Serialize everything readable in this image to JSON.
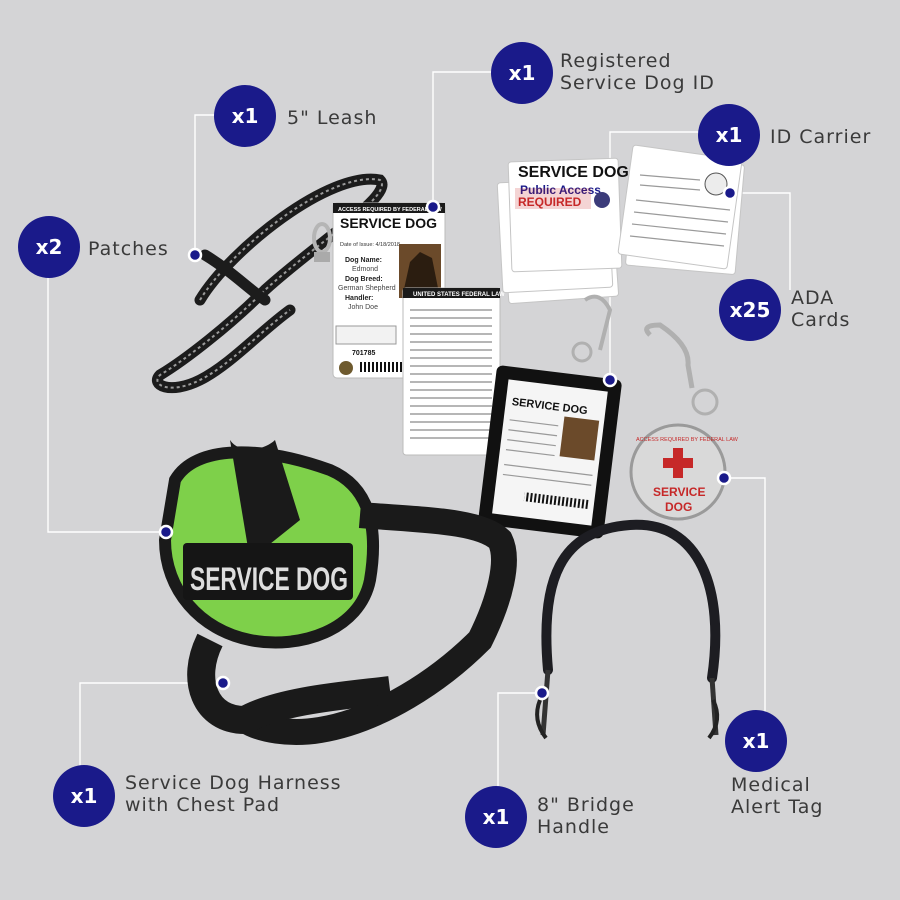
{
  "items": [
    {
      "qty": "x1",
      "lines": [
        "5\" Leash"
      ]
    },
    {
      "qty": "x1",
      "lines": [
        "Registered",
        "Service Dog ID"
      ]
    },
    {
      "qty": "x1",
      "lines": [
        "ID Carrier"
      ]
    },
    {
      "qty": "x2",
      "lines": [
        "Patches"
      ]
    },
    {
      "qty": "x25",
      "lines": [
        "ADA",
        "Cards"
      ]
    },
    {
      "qty": "x1",
      "lines": [
        "Service Dog Harness",
        "with Chest Pad"
      ]
    },
    {
      "qty": "x1",
      "lines": [
        "8\" Bridge",
        "Handle"
      ]
    },
    {
      "qty": "x1",
      "lines": [
        "Medical",
        "Alert Tag"
      ]
    }
  ],
  "product_text": {
    "patch": "SERVICE DOG",
    "id_header": "ACCESS REQUIRED BY FEDERAL LAW",
    "id_title": "SERVICE DOG",
    "id_date": "Date of Issue: 4/18/2018",
    "id_dog_name_label": "Dog Name:",
    "id_dog_name": "Edmond",
    "id_breed_label": "Dog Breed:",
    "id_breed": "German Shepherd",
    "id_handler_label": "Handler:",
    "id_handler": "John Doe",
    "id_reg": "701785",
    "back_header": "UNITED STATES FEDERAL LAW",
    "ada_title": "SERVICE DOG",
    "ada_sub": "Public Access",
    "ada_req": "REQUIRED",
    "tag_top": "ACCESS REQUIRED BY FEDERAL LAW",
    "tag_word1": "SERVICE",
    "tag_word2": "DOG"
  },
  "colors": {
    "background": "#d4d4d6",
    "badge": "#1a1a8a",
    "connector": "#ffffff",
    "harness_green": "#7ed04a",
    "text": "#3a3a3a",
    "ada_red": "#c62828"
  }
}
